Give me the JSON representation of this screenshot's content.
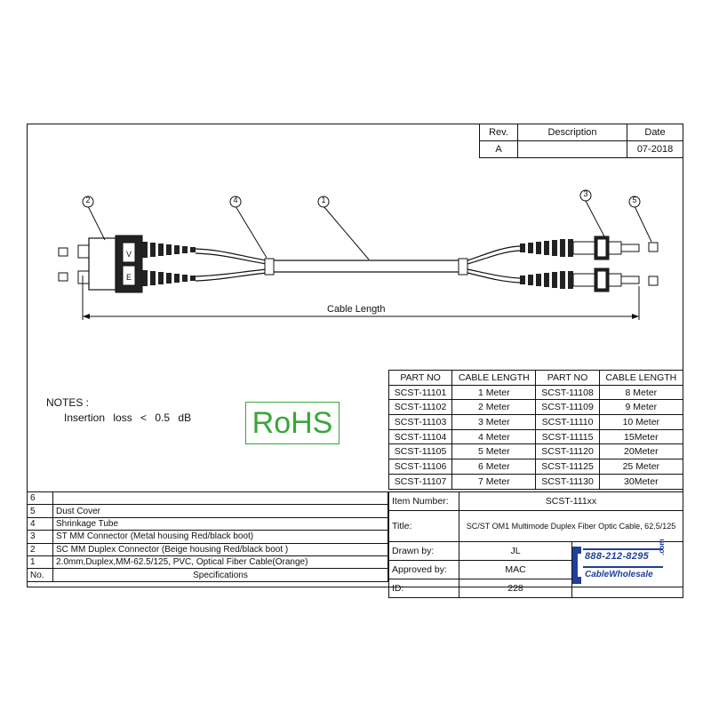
{
  "revision_table": {
    "headers": [
      "Rev.",
      "Description",
      "Date"
    ],
    "row": [
      "A",
      "",
      "07-2018"
    ]
  },
  "callouts": [
    "1",
    "2",
    "3",
    "4",
    "5"
  ],
  "dimension_label": "Cable Length",
  "notes": {
    "title": "NOTES :",
    "line": "Insertion loss < 0.5 dB"
  },
  "rohs": "RoHS",
  "parts_table": {
    "headers": [
      "PART NO",
      "CABLE LENGTH",
      "PART NO",
      "CABLE LENGTH"
    ],
    "rows": [
      [
        "SCST-11101",
        "1 Meter",
        "SCST-11108",
        "8 Meter"
      ],
      [
        "SCST-11102",
        "2 Meter",
        "SCST-11109",
        "9 Meter"
      ],
      [
        "SCST-11103",
        "3 Meter",
        "SCST-11110",
        "10 Meter"
      ],
      [
        "SCST-11104",
        "4 Meter",
        "SCST-11115",
        "15Meter"
      ],
      [
        "SCST-11105",
        "5 Meter",
        "SCST-11120",
        "20Meter"
      ],
      [
        "SCST-11106",
        "6 Meter",
        "SCST-11125",
        "25 Meter"
      ],
      [
        "SCST-11107",
        "7 Meter",
        "SCST-11130",
        "30Meter"
      ]
    ]
  },
  "specs": {
    "rows": [
      {
        "no": "6",
        "spec": ""
      },
      {
        "no": "5",
        "spec": "Dust Cover"
      },
      {
        "no": "4",
        "spec": "Shrinkage Tube"
      },
      {
        "no": "3",
        "spec": "ST MM Connector (Metal housing Red/black boot)"
      },
      {
        "no": "2",
        "spec": "SC MM Duplex Connector (Beige housing Red/black boot )"
      },
      {
        "no": "1",
        "spec": "2.0mm,Duplex,MM-62.5/125, PVC, Optical Fiber Cable(Orange)"
      }
    ],
    "footer": {
      "no": "No.",
      "spec": "Specifications"
    }
  },
  "title_block": {
    "item_number_label": "Item Number:",
    "item_number": "SCST-111xx",
    "title_label": "Title:",
    "title": "SC/ST OM1 Multimode Duplex Fiber Optic Cable, 62.5/125",
    "drawn_by_label": "Drawn by:",
    "drawn_by": "JL",
    "approved_by_label": "Approved by:",
    "approved_by": "MAC",
    "id_label": "ID:",
    "id": "228"
  },
  "logo": {
    "phone": "888-212-8295",
    "brand": "CableWholesale",
    "tld": ".com",
    "color": "#1f3f9a"
  }
}
